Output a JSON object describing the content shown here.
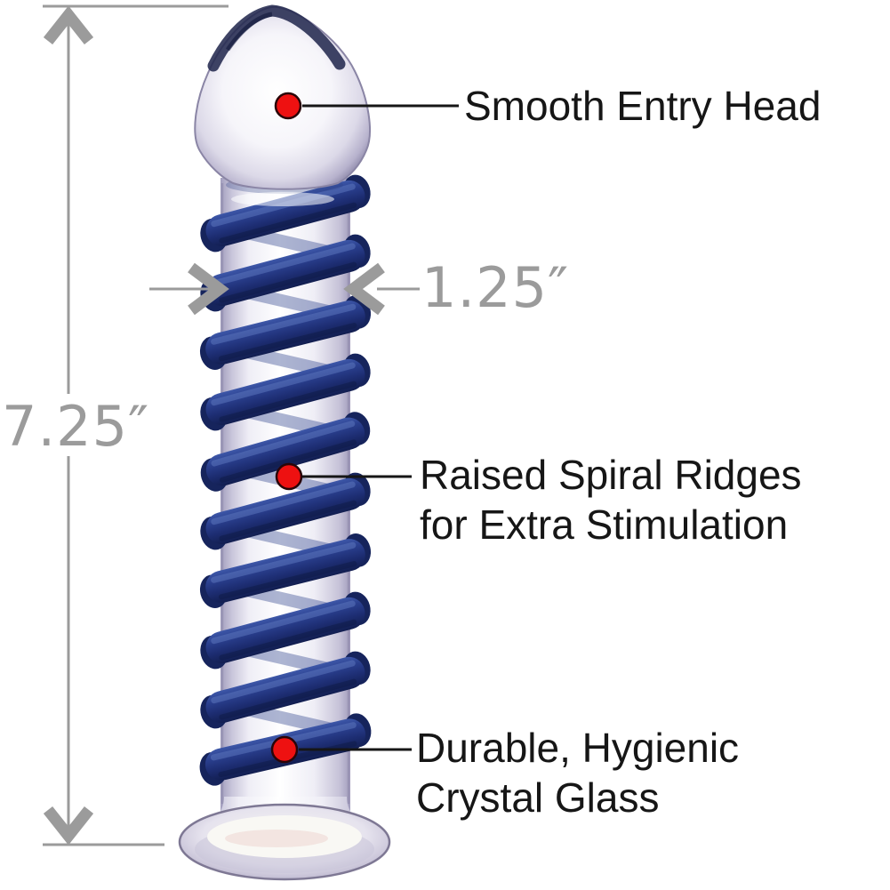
{
  "measurements": {
    "height_value": "7.25″",
    "width_value": "1.25″",
    "color": "#9b9b9b"
  },
  "callouts": {
    "head": {
      "label": "Smooth Entry Head"
    },
    "shaft": {
      "label": "Raised Spiral Ridges\nfor Extra Stimulation"
    },
    "base": {
      "label": "Durable, Hygienic\nCrystal Glass"
    },
    "marker_color": "#ee1111",
    "line_color": "#161616"
  },
  "product": {
    "glass_highlight": "#ffffff",
    "glass_shade": "#a9a4c2",
    "spiral_color": "#1d2d72"
  },
  "icons": {
    "height_arrow_top": "chevron-up",
    "height_arrow_bottom": "chevron-down",
    "width_arrow_left_side": "chevron-right",
    "width_arrow_right_side": "chevron-left",
    "callout_marker": "red-dot"
  }
}
